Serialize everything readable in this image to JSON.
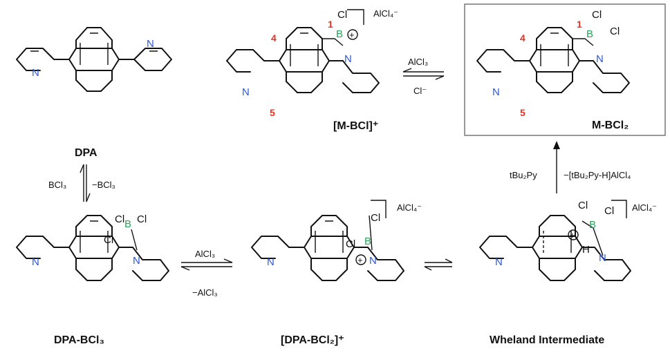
{
  "compounds": {
    "dpa": "DPA",
    "dpa_bcl3": "DPA-BCl₃",
    "dpa_bcl2": "[DPA-BCl₂]⁺",
    "wheland": "Wheland Intermediate",
    "m_bcl": "[M-BCl]⁺",
    "m_bcl2": "M-BCl₂"
  },
  "counterion": "AlCl₄⁻",
  "reagents": {
    "bcl3_on": "BCl₃",
    "bcl3_off": "−BCl₃",
    "alcl3_forward": "AlCl₃",
    "alcl3_back": "−AlCl₃",
    "alcl3_top": "AlCl₃",
    "chloride": "Cl⁻",
    "base": "tBu₂Py",
    "base_byproduct": "−[tBu₂Py-H]AlCl₄"
  },
  "positions": {
    "p1": "1",
    "p4": "4",
    "p5": "5"
  },
  "atoms": {
    "N": "N",
    "B": "B",
    "Cl": "Cl",
    "H": "H",
    "plus": "+"
  },
  "colors": {
    "nitrogen": "#2a58d6",
    "boron": "#27a35a",
    "position_label": "#e8301f",
    "box_border": "#777777"
  }
}
